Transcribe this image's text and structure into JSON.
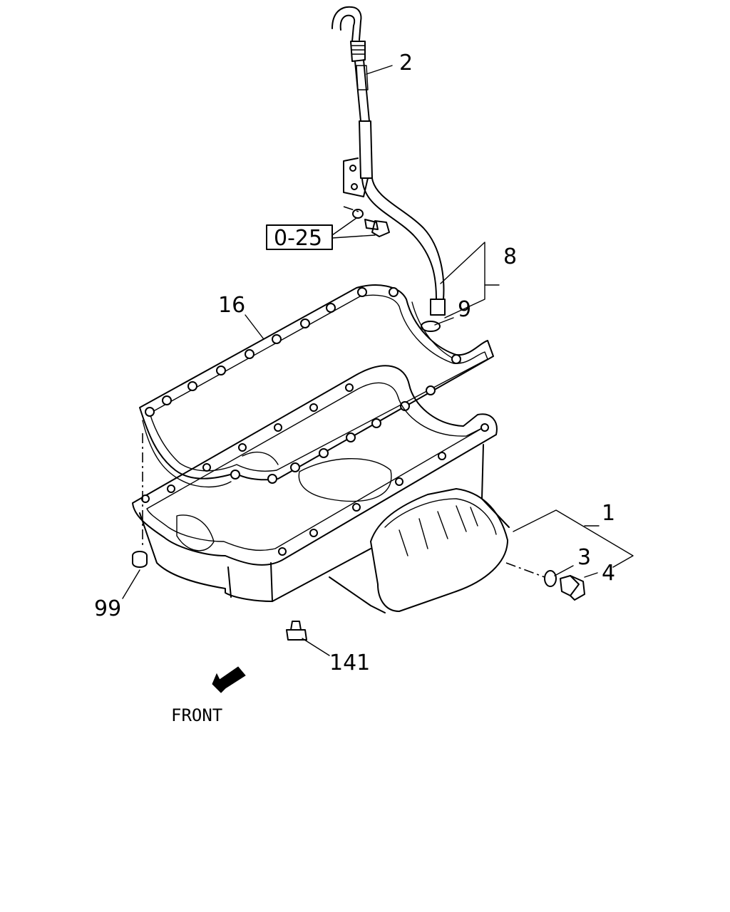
{
  "callouts": {
    "c1": "1",
    "c2": "2",
    "c3": "3",
    "c4": "4",
    "c8": "8",
    "c9": "9",
    "c16": "16",
    "c99": "99",
    "c141": "141"
  },
  "reference_box": "0-25",
  "front_label": "FRONT"
}
